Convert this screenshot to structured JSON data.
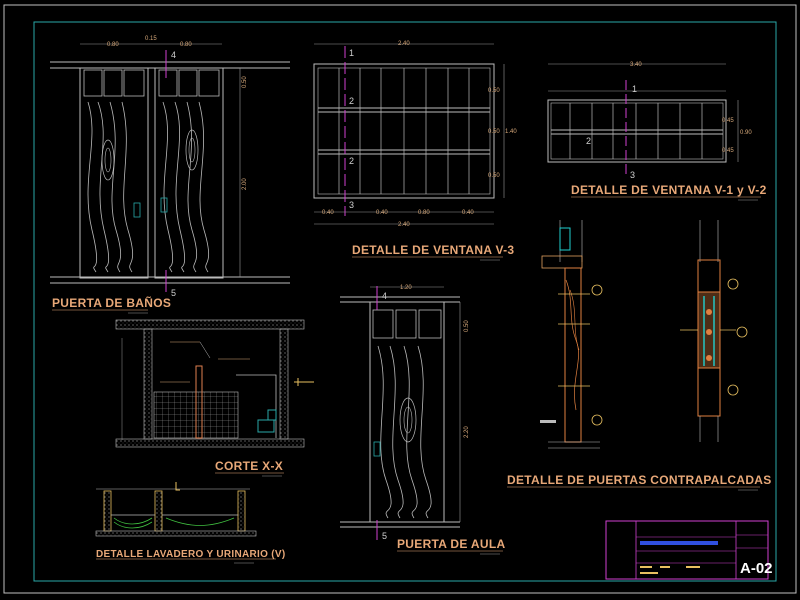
{
  "sheet": {
    "labels": {
      "puerta_banos": "PUERTA DE BAÑOS",
      "ventana_v3": "DETALLE DE VENTANA V-3",
      "ventana_v1_v2": "DETALLE DE VENTANA V-1 y V-2",
      "corte_xx": "CORTE X-X",
      "puerta_aula": "PUERTA DE AULA",
      "puertas_contrapalcadas": "DETALLE DE PUERTAS CONTRAPALCADAS",
      "lavadero": "DETALLE LAVADERO Y URINARIO (V)"
    },
    "dims": {
      "banos_top_a": "0.80",
      "banos_top_b": "0.15",
      "banos_top_c": "0.80",
      "banos_right_a": "0.50",
      "banos_right_b": "2.00",
      "v3_top": "2.40",
      "v3_right_a": "0.50",
      "v3_right_b": "0.50",
      "v3_right_c": "0.50",
      "v3_right_total": "1.40",
      "v3_bottom_a": "0.40",
      "v3_bottom_b": "0.40",
      "v3_bottom_c": "0.80",
      "v3_bottom_d": "0.40",
      "v3_bottom_total": "2.40",
      "v12_top": "3.40",
      "v12_right_a": "0.45",
      "v12_right_b": "0.45",
      "v12_right_total": "0.90",
      "aula_top": "1.20",
      "aula_right_a": "0.50",
      "aula_right_b": "2.20"
    },
    "markers": {
      "m1": "1",
      "m2": "2",
      "m3": "3",
      "m4": "4",
      "m5": "5"
    },
    "title_block": {
      "sheet_number": "A-02"
    }
  }
}
